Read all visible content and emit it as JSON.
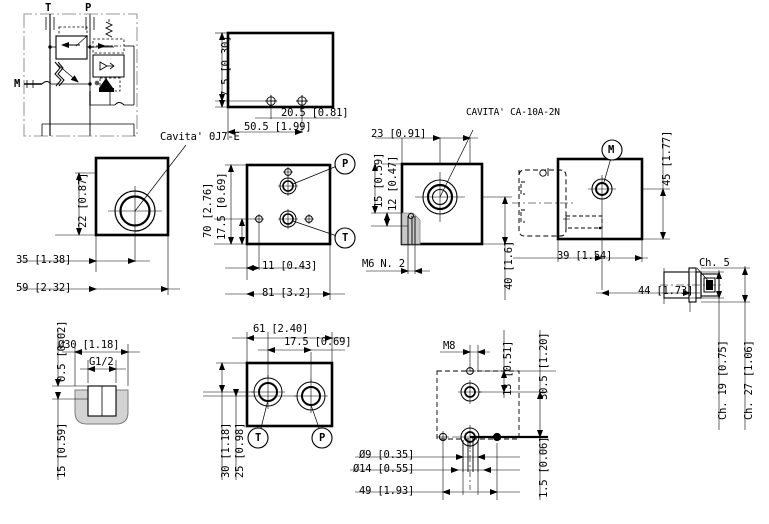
{
  "drawing": {
    "title": "Hydraulic valve block dimensional drawing",
    "units_note": "mm [inch]",
    "line_color": "#000000",
    "fill_gray": "#c9c9c9"
  },
  "schematic": {
    "name": "hydraulic-circuit-schematic",
    "ports": [
      {
        "id": "T",
        "label": "T"
      },
      {
        "id": "P",
        "label": "P"
      },
      {
        "id": "M",
        "label": "M"
      }
    ]
  },
  "callouts": [
    {
      "name": "cavity-0j7e",
      "text": "Cavita' 0J7-E"
    },
    {
      "name": "cavity-ca10a2n",
      "text": "CAVITA' CA-10A-2N"
    }
  ],
  "port_bubbles": [
    {
      "name": "bubble-p-view2",
      "label": "P"
    },
    {
      "name": "bubble-t-view2",
      "label": "T"
    },
    {
      "name": "bubble-m-view4",
      "label": "M"
    },
    {
      "name": "bubble-t-bottom",
      "label": "T"
    },
    {
      "name": "bubble-p-bottom",
      "label": "P"
    }
  ],
  "dimensions": {
    "view_top": [
      {
        "name": "dim-7-5",
        "text": "7.5 [0.30]"
      },
      {
        "name": "dim-20-5",
        "text": "20.5 [0.81]"
      },
      {
        "name": "dim-50-5",
        "text": "50.5 [1.99]"
      }
    ],
    "view_left": [
      {
        "name": "dim-22",
        "text": "22 [0.87]"
      },
      {
        "name": "dim-35",
        "text": "35 [1.38]"
      },
      {
        "name": "dim-59",
        "text": "59 [2.32]"
      }
    ],
    "view_center": [
      {
        "name": "dim-70",
        "text": "70 [2.76]"
      },
      {
        "name": "dim-17-5",
        "text": "17.5 [0.69]"
      },
      {
        "name": "dim-11",
        "text": "11 [0.43]"
      },
      {
        "name": "dim-81",
        "text": "81 [3.2]"
      }
    ],
    "view_cavity": [
      {
        "name": "dim-23",
        "text": "23 [0.91]"
      },
      {
        "name": "dim-15",
        "text": "15 [0.59]"
      },
      {
        "name": "dim-12",
        "text": "12 [0.47]"
      },
      {
        "name": "dim-m6",
        "text": "M6 N. 2"
      },
      {
        "name": "dim-40",
        "text": "40 [1.6]"
      }
    ],
    "view_right": [
      {
        "name": "dim-45",
        "text": "45 [1.77]"
      },
      {
        "name": "dim-39",
        "text": "39 [1.54]"
      }
    ],
    "detail_cartridge": [
      {
        "name": "dim-ch5",
        "text": "Ch. 5"
      },
      {
        "name": "dim-44",
        "text": "44 [1.73]"
      },
      {
        "name": "dim-ch19",
        "text": "Ch. 19 [0.75]"
      },
      {
        "name": "dim-ch27",
        "text": "Ch. 27 [1.06]"
      }
    ],
    "view_bottom_left": [
      {
        "name": "dim-0-5",
        "text": "0.5 [0.02]"
      },
      {
        "name": "dim-d30",
        "text": "Ø30 [1.18]"
      },
      {
        "name": "dim-g12",
        "text": "G1/2"
      },
      {
        "name": "dim-15-bl",
        "text": "15 [0.59]"
      }
    ],
    "view_bottom_center": [
      {
        "name": "dim-61",
        "text": "61 [2.40]"
      },
      {
        "name": "dim-17-5-b",
        "text": "17.5 [0.69]"
      },
      {
        "name": "dim-30",
        "text": "30 [1.18]"
      },
      {
        "name": "dim-25",
        "text": "25 [0.98]"
      }
    ],
    "view_bottom_right": [
      {
        "name": "dim-m8",
        "text": "M8"
      },
      {
        "name": "dim-13",
        "text": "13 [0.51]"
      },
      {
        "name": "dim-30-5",
        "text": "30.5 [1.20]"
      },
      {
        "name": "dim-1-5",
        "text": "1.5 [0.06]"
      },
      {
        "name": "dim-d9",
        "text": "Ø9 [0.35]"
      },
      {
        "name": "dim-d14",
        "text": "Ø14 [0.55]"
      },
      {
        "name": "dim-49",
        "text": "49 [1.93]"
      }
    ]
  }
}
